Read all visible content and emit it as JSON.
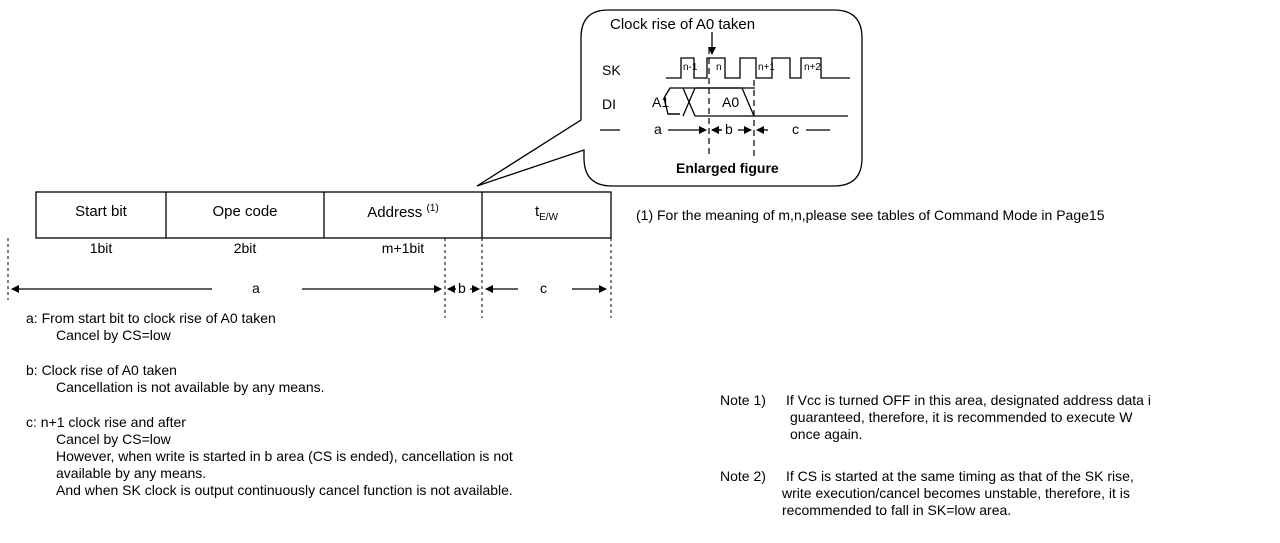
{
  "enlarged": {
    "title": "Clock rise of A0 taken",
    "sk_label": "SK",
    "di_label": "DI",
    "pulses": [
      "n-1",
      "n",
      "n+1",
      "n+2"
    ],
    "data_a1": "A1",
    "data_a0": "A0",
    "dim_a": "a",
    "dim_b": "b",
    "dim_c": "c",
    "caption": "Enlarged figure"
  },
  "frame": {
    "fields": [
      {
        "label": "Start bit",
        "bits": "1bit"
      },
      {
        "label": "Ope code",
        "bits": "2bit"
      },
      {
        "label": "Address",
        "sup": "(1)",
        "bits": "m+1bit"
      },
      {
        "label": "t",
        "sub": "E/W",
        "bits": ""
      }
    ],
    "dim_a": "a",
    "dim_b": "b",
    "dim_c": "c"
  },
  "footnote": "(1) For the meaning of m,n,please see tables of Command Mode in Page15",
  "areas": {
    "a": {
      "head": "a:   From start bit to clock rise of A0 taken",
      "lines": [
        "Cancel by CS=low"
      ]
    },
    "b": {
      "head": "b:   Clock rise of A0 taken",
      "lines": [
        "Cancellation is not available by any means."
      ]
    },
    "c": {
      "head": "c:   n+1 clock rise and after",
      "lines": [
        "Cancel by CS=low",
        "However, when write is started in b area (CS is ended), cancellation is not",
        "available by any means.",
        "And when SK clock is output continuously cancel function is not available."
      ]
    }
  },
  "notes": {
    "note1": {
      "label": "Note 1)",
      "lines": [
        "If Vcc is turned OFF in this area, designated address data i",
        "guaranteed, therefore, it is recommended to execute W",
        "once again."
      ]
    },
    "note2": {
      "label": "Note 2)",
      "lines": [
        "If CS is started at the same timing as that of the SK rise,",
        "write execution/cancel becomes unstable, therefore, it is",
        "recommended to fall in SK=low area."
      ]
    }
  }
}
